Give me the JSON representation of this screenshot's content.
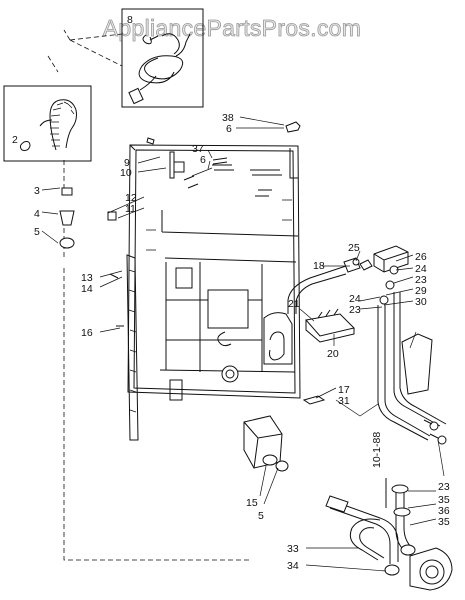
{
  "watermark": "AppliancePartsPros.com",
  "code": "10-1-88",
  "labels": {
    "l1": "8",
    "l2": "2",
    "l3": "38",
    "l4": "6",
    "l5": "37",
    "l6": "6",
    "l7": "9",
    "l8": "10",
    "l9": "3",
    "l10": "4",
    "l11": "5",
    "l12": "12",
    "l13": "11",
    "l14": "25",
    "l15": "26",
    "l16": "24",
    "l17": "23",
    "l18": "29",
    "l19": "30",
    "l20": "18",
    "l21": "24",
    "l22": "23",
    "l23": "21",
    "l24": "13",
    "l25": "14",
    "l26": "16",
    "l27": "20",
    "l28": "17",
    "l29": "31",
    "l30": "15",
    "l31": "5",
    "l32": "23",
    "l33": "35",
    "l34": "36",
    "l35": "35",
    "l36": "33",
    "l37": "34"
  }
}
